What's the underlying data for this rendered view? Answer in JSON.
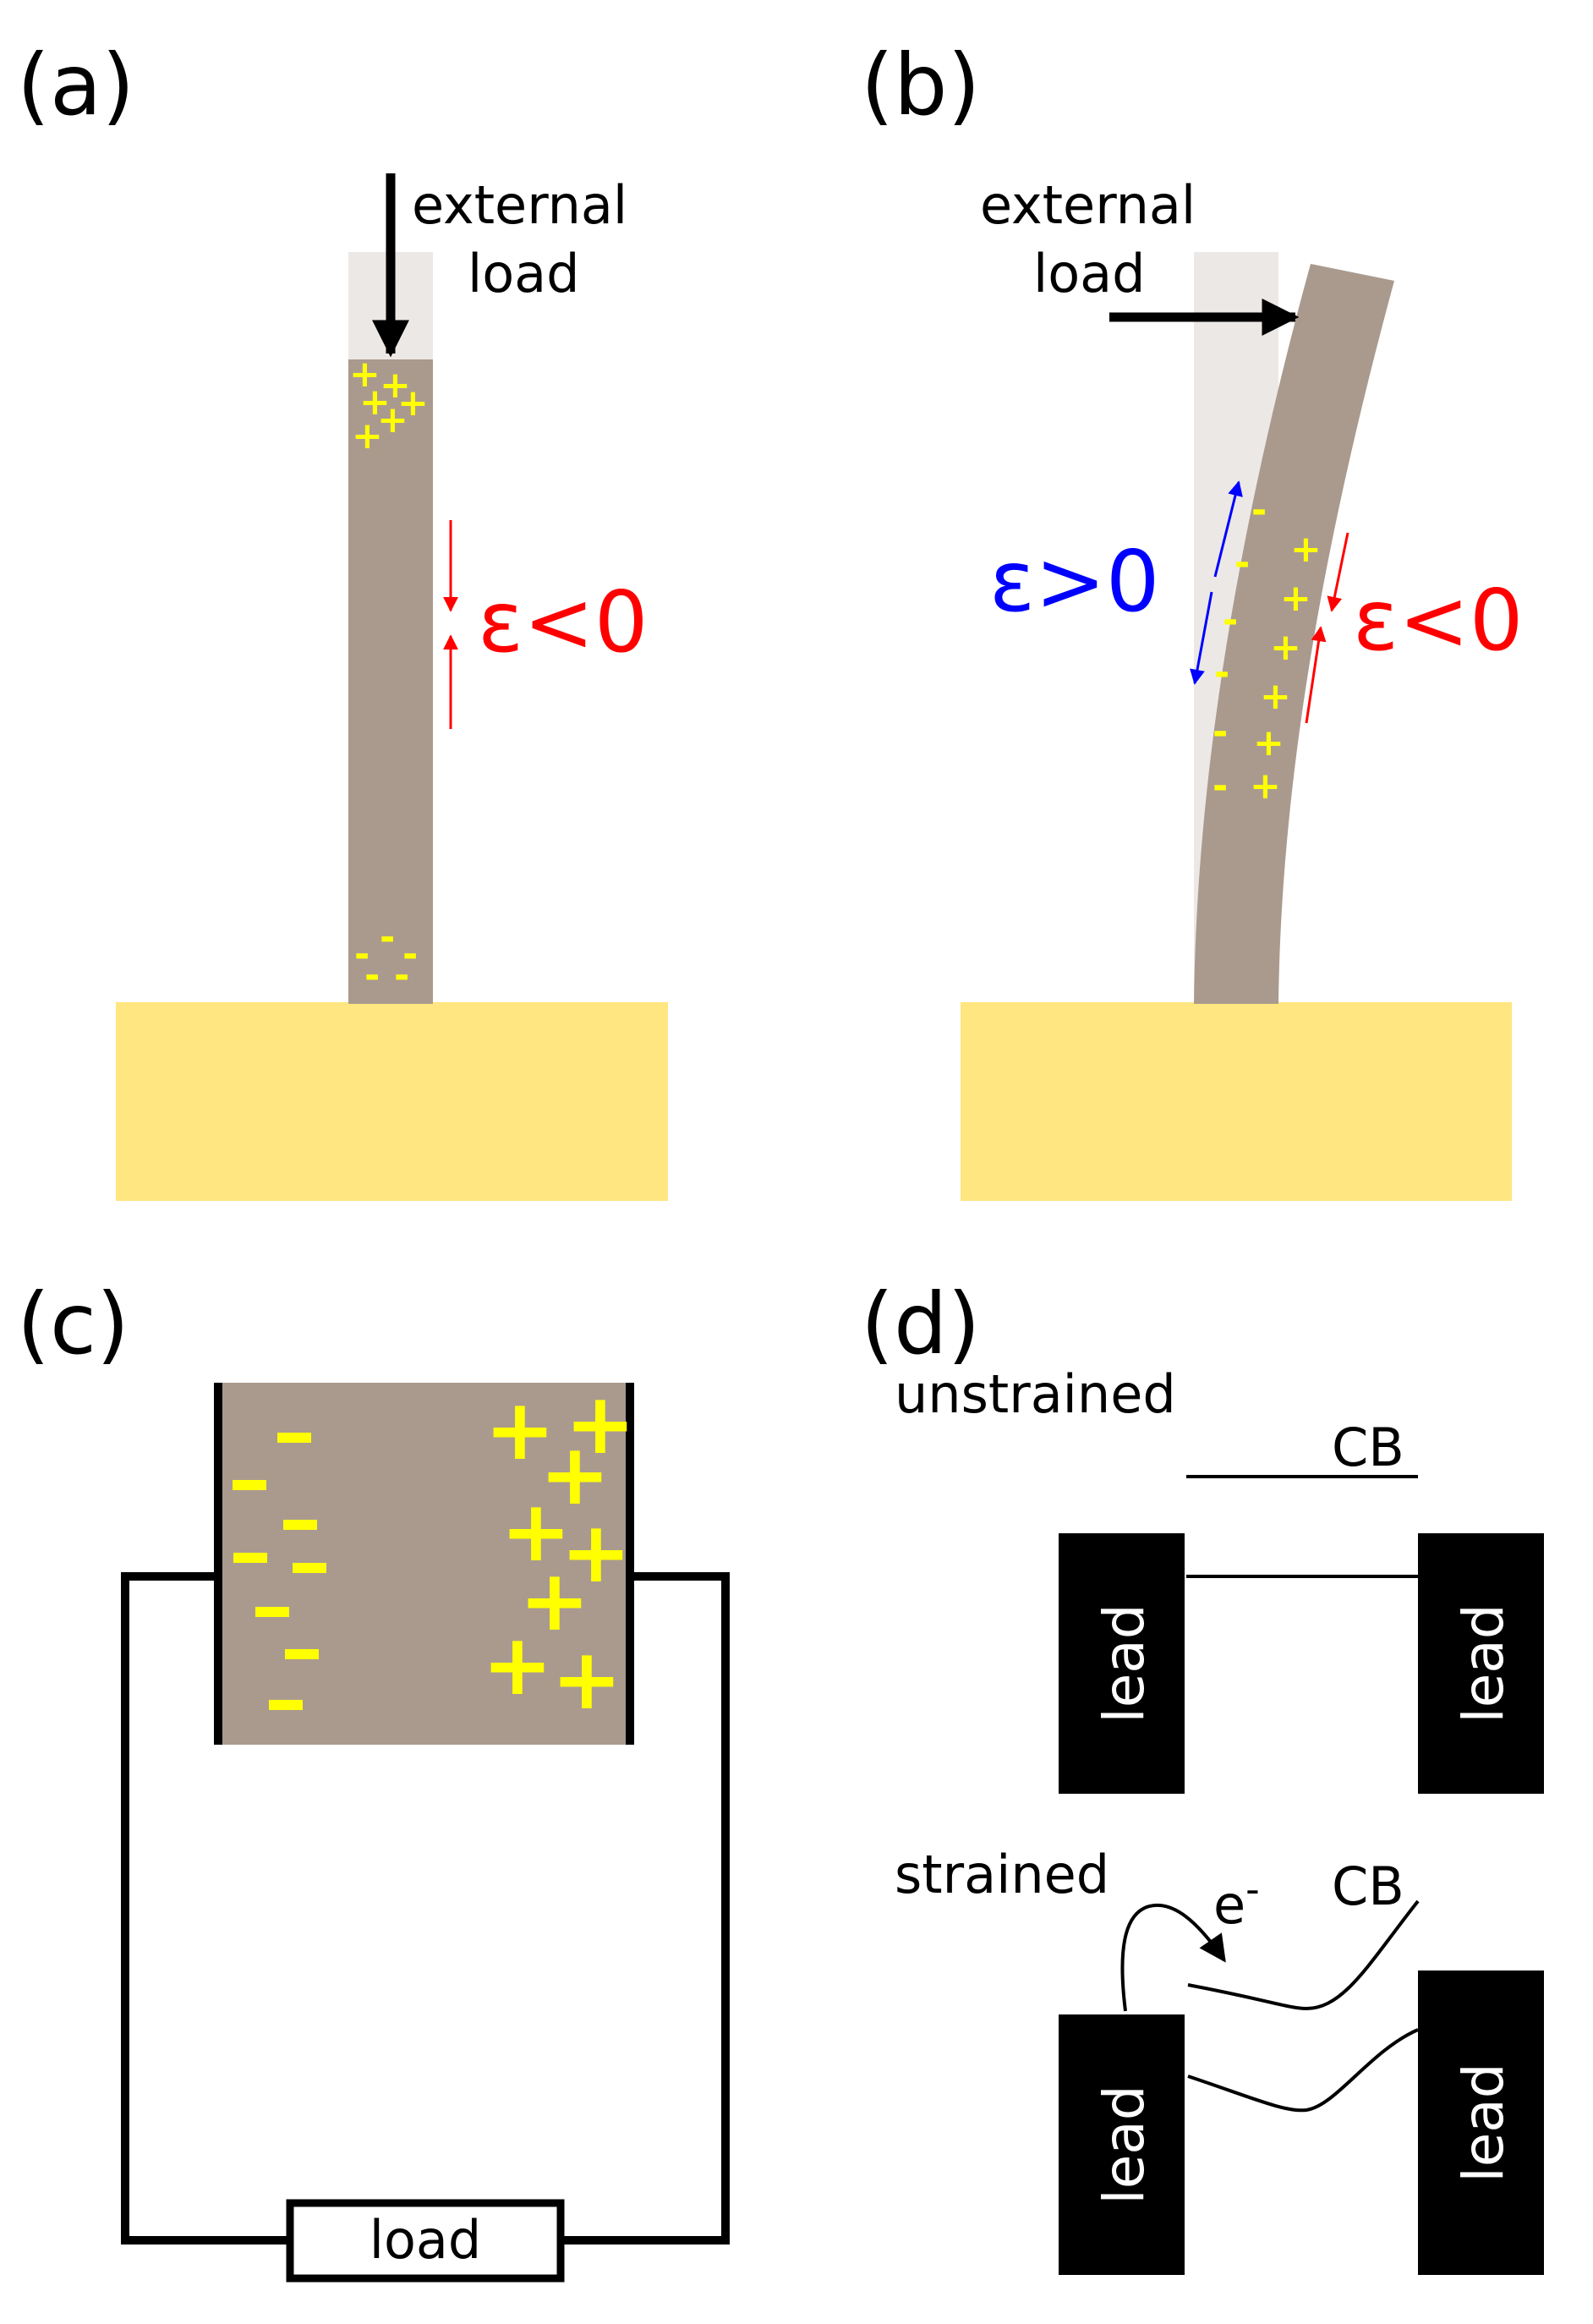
{
  "panels": {
    "a": {
      "label": "(a)",
      "load_line1": "external",
      "load_line2": "load",
      "strain": "ε<0",
      "strain_color": "#ff0000",
      "plus_sign": "+",
      "minus_sign": "-"
    },
    "b": {
      "label": "(b)",
      "load_line1": "external",
      "load_line2": "load",
      "strain_pos": "ε>0",
      "strain_pos_color": "#0000ff",
      "strain_neg": "ε<0",
      "strain_neg_color": "#ff0000",
      "plus_sign": "+",
      "minus_sign": "-"
    },
    "c": {
      "label": "(c)",
      "load_label": "load",
      "plus_sign": "+",
      "minus_sign": "-"
    },
    "d": {
      "label": "(d)",
      "unstrained": "unstrained",
      "strained": "strained",
      "cb_label": "CB",
      "electron": "e",
      "electron_sup": "-",
      "lead_label": "lead"
    }
  },
  "colors": {
    "wire": "#aa9a8e",
    "wire_ghost": "#ece8e6",
    "substrate": "#ffe680",
    "charge": "#ffff00",
    "lead_box": "#000000"
  }
}
